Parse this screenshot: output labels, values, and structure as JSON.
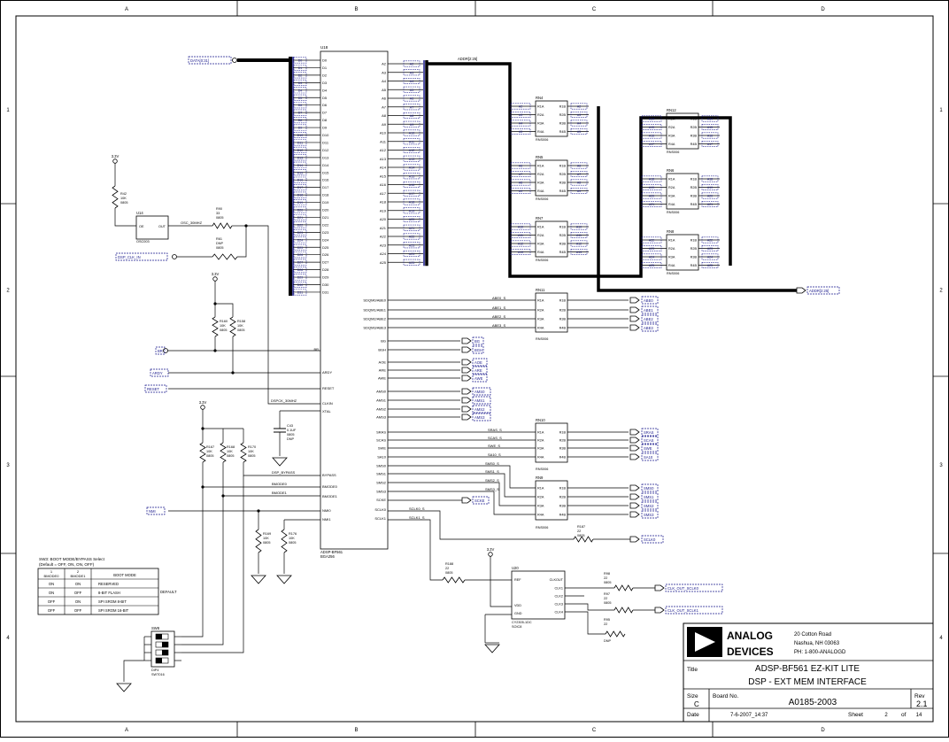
{
  "border": {
    "cols": [
      "A",
      "B",
      "C",
      "D"
    ],
    "rows": [
      "1",
      "2",
      "3",
      "4"
    ]
  },
  "u18": {
    "ref": "U18",
    "part": "ADSP-BF561",
    "pkg": "BGA256",
    "d_pins": [
      "D0",
      "D1",
      "D2",
      "D3",
      "D4",
      "D5",
      "D6",
      "D7",
      "D8",
      "D9",
      "D10",
      "D11",
      "D12",
      "D13",
      "D14",
      "D15",
      "D16",
      "D17",
      "D18",
      "D19",
      "D20",
      "D21",
      "D22",
      "D23",
      "D24",
      "D25",
      "D26",
      "D27",
      "D28",
      "D29",
      "D30",
      "D31"
    ],
    "a_pins": [
      "A2",
      "A3",
      "A4",
      "A5",
      "A6",
      "A7",
      "A8",
      "A9",
      "A10",
      "A11",
      "A12",
      "A13",
      "A14",
      "A15",
      "A16",
      "A17",
      "A18",
      "A19",
      "A20",
      "A21",
      "A22",
      "A23",
      "A24",
      "A25"
    ],
    "bottom_left": [
      "BR",
      "ARDY",
      "RESET",
      "CLKIN",
      "XTAL",
      "BYPASS",
      "BMODE0",
      "BMODE1",
      "NMI0",
      "NMI1"
    ],
    "bottom_right": [
      "SDQM0/ABE0",
      "SDQM1/ABE1",
      "SDQM2/ABE2",
      "SDQM3/ABE3",
      "BG",
      "BGH",
      "AOE",
      "ARE",
      "AWE",
      "AMS0",
      "AMS1",
      "AMS2",
      "AMS3",
      "SRAS",
      "SCAS",
      "SWE",
      "SA10",
      "SMS0",
      "SMS1",
      "SMS2",
      "SMS3",
      "SCKE",
      "SCLK0",
      "SCLK1"
    ]
  },
  "nets": {
    "data_bus": "DATA[0:31]",
    "addr_bus": "ADDR[2:25]",
    "addr_out": "ADDR[2:25]",
    "abe_in": [
      "ABE0_S",
      "ABE1_S",
      "ABE2_S",
      "ABE3_S"
    ],
    "abe_out": [
      "ABE0",
      "ABE1",
      "ABE2",
      "ABE3"
    ],
    "bg": [
      "BG",
      "BGH"
    ],
    "br": "BR",
    "ardy": "ARDY",
    "reset": "RESET",
    "clk_net": "DSPCK_30MHZ",
    "osc_net": "OSC_30MHZ",
    "dsp_clk_in": "DSP_CLK_IN",
    "mem_ctl": [
      "AOE",
      "ARE",
      "AWE"
    ],
    "ams": [
      "AMS0",
      "AMS1",
      "AMS2",
      "AMS3"
    ],
    "sdram_in": [
      "SRAS_S",
      "SCAS_S",
      "SWE_S",
      "SA10_S"
    ],
    "sdram_out": [
      "SRAS",
      "SCAS",
      "SWE",
      "SA10"
    ],
    "sms_in": [
      "SMS0_S",
      "SMS1_S",
      "SMS2_S",
      "SMS3_S"
    ],
    "sms_out": [
      "SMS0",
      "SMS1",
      "SMS2",
      "SMS3"
    ],
    "scke": "SCKE",
    "sclk0": "SCLK0_S",
    "sclk1": "SCLK1_S",
    "sclk_out": "SCLK0",
    "nmi": "NMI",
    "bypass": "DSP_BYPASS",
    "bmode0": "BMODE0",
    "bmode1": "BMODE1",
    "clk_out1": "CLK_OUT_SCLK0",
    "clk_out2": "CLK_OUT_SCLK1",
    "vcc": "3.3V"
  },
  "components": {
    "r42": [
      "R42",
      "10K",
      "0805"
    ],
    "u14": [
      "U14",
      "OSC003"
    ],
    "r90": [
      "R90",
      "33",
      "0805"
    ],
    "r61": [
      "R61",
      "DNP",
      "0805"
    ],
    "r160": [
      "R160",
      "10K",
      "0805"
    ],
    "r158": [
      "R158",
      "10K",
      "0805"
    ],
    "c43": [
      "C43",
      "0.1UF",
      "0805",
      "DNP"
    ],
    "r167": [
      "R167",
      "10K",
      "0805"
    ],
    "r168": [
      "R168",
      "10K",
      "0805"
    ],
    "r170": [
      "R170",
      "10K",
      "0805"
    ],
    "r169": [
      "R169",
      "10K",
      "0805"
    ],
    "r176": [
      "R176",
      "10K",
      "0805"
    ],
    "r188": [
      "R188",
      "22",
      "0805"
    ],
    "r187": [
      "R187",
      "22",
      "0805"
    ],
    "r98": [
      "R98",
      "22",
      "0805"
    ],
    "r97": [
      "R97",
      "22",
      "0805"
    ],
    "r95": [
      "R95",
      "22",
      "0805",
      "DNP"
    ],
    "u20": [
      "U20",
      "CY2305-1DC",
      "SOIC8"
    ],
    "u20_pins": [
      "REF",
      "CLKOUT",
      "CLK1",
      "CLK2",
      "CLK3",
      "CLK4",
      "VDD",
      "GND"
    ],
    "sw8": [
      "SW8",
      "DIP4",
      "SWT016"
    ],
    "rn_ref": [
      "RN4",
      "RN5",
      "RN7",
      "RN11",
      "RN10",
      "RN9",
      "RN12",
      "RN6",
      "RN8"
    ],
    "rn_part": "RNS006",
    "rn_pins_l": [
      "R1A",
      "R2A",
      "R3A",
      "R4A"
    ],
    "rn_pins_r": [
      "R1B",
      "R2B",
      "R3B",
      "R4B"
    ]
  },
  "boot_table": {
    "caption": "SW3: BOOT MODE/BYPASS Select",
    "default_note": "(Default = OFF, ON, ON, OFF)",
    "headers": [
      "1\nBMODE0",
      "2\nBMODE1",
      "BOOT MODE"
    ],
    "rows": [
      [
        "ON",
        "ON",
        "RESERVED"
      ],
      [
        "ON",
        "OFF",
        "8-BIT FLASH"
      ],
      [
        "OFF",
        "ON",
        "SPI SROM 8-BIT"
      ],
      [
        "OFF",
        "OFF",
        "SPI SROM 16-BIT"
      ]
    ],
    "default_label": "DEFAULT"
  },
  "title_block": {
    "company_line1": "ANALOG",
    "company_line2": "DEVICES",
    "address1": "20 Cotton Road",
    "address2": "Nashua, NH 03063",
    "phone": "PH: 1-800-ANALOGD",
    "title_label": "Title",
    "title1": "ADSP-BF561 EZ-KIT LITE",
    "title2": "DSP - EXT MEM INTERFACE",
    "size_label": "Size",
    "size": "C",
    "board_label": "Board No.",
    "board": "A0185-2003",
    "rev_label": "Rev",
    "rev": "2.1",
    "date_label": "Date",
    "date": "7-6-2007_14:37",
    "sheet_label": "Sheet",
    "sheet": "2",
    "of_label": "of",
    "total": "14"
  }
}
